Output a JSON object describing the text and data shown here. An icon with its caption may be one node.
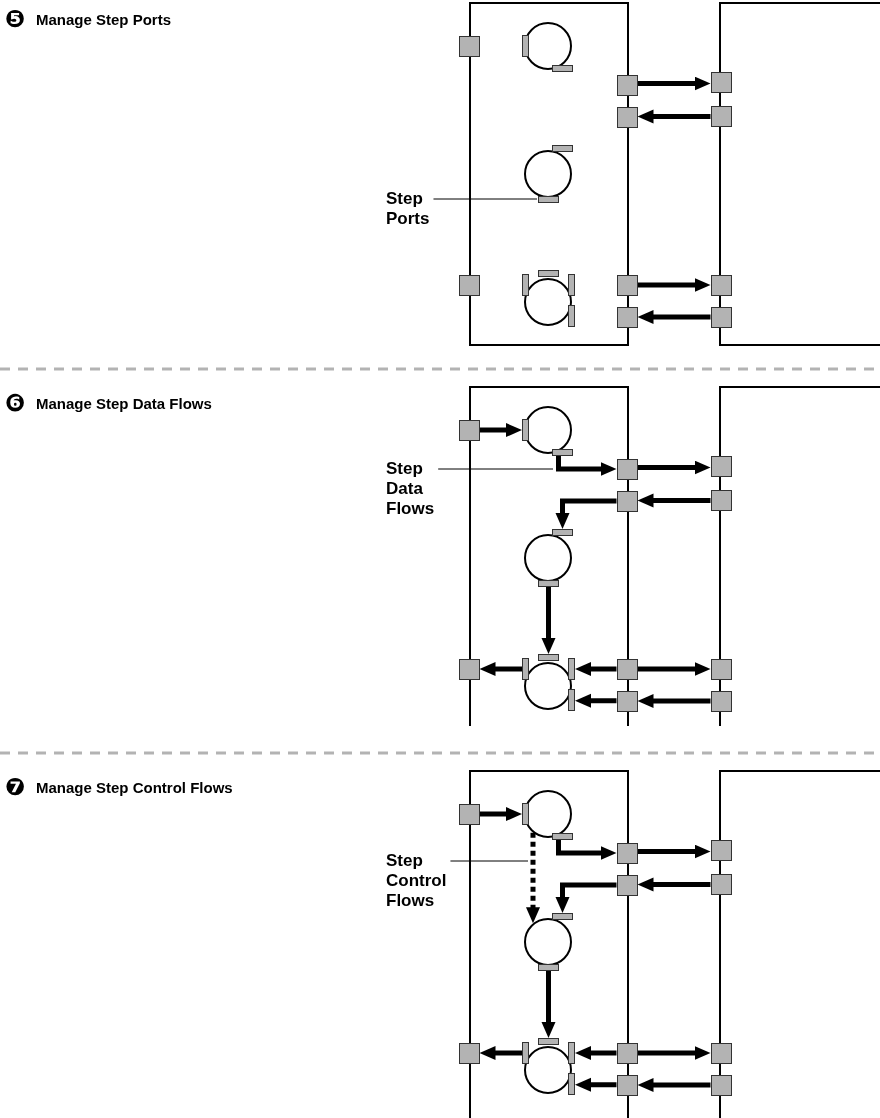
{
  "diagram": {
    "nodes": [
      {
        "text": [],
        "shape": "box"
      },
      {
        "text": [],
        "shape": "box"
      },
      {
        "text": [],
        "shape": "box"
      },
      {
        "text": [],
        "shape": "circle",
        "in": 0
      },
      {
        "text": [],
        "shape": "bar",
        "in": 3
      },
      {
        "text": [],
        "shape": "bar",
        "in": 3
      },
      {
        "text": [],
        "shape": "box"
      },
      {
        "text": [],
        "shape": "box"
      },
      {
        "text": [],
        "shape": "box"
      },
      {
        "text": [],
        "shape": "box"
      },
      {
        "text": [],
        "shape": "circle",
        "in": 0
      },
      {
        "text": [],
        "shape": "bar",
        "in": 0
      },
      {
        "text": [],
        "shape": "bar",
        "in": 0
      },
      {
        "text": [
          "Step Ports"
        ]
      },
      {
        "text": [],
        "shape": "box"
      },
      {
        "text": [],
        "shape": "circle",
        "in": 0
      },
      {
        "text": [],
        "shape": "bar",
        "in": 0
      },
      {
        "text": [],
        "shape": "bar",
        "in": 0
      },
      {
        "text": [],
        "shape": "bar",
        "in": 0
      },
      {
        "text": [],
        "shape": "bar",
        "in": 0
      },
      {
        "text": [],
        "shape": "box"
      },
      {
        "text": [],
        "shape": "box"
      },
      {
        "text": [],
        "shape": "box"
      },
      {
        "text": [],
        "shape": "box"
      },
      {
        "text": [],
        "shape": "box"
      },
      {
        "text": [],
        "shape": "box"
      },
      {
        "text": [],
        "shape": "box"
      },
      {
        "text": [],
        "shape": "circle",
        "in": 24
      },
      {
        "text": [],
        "shape": "bar",
        "in": 27
      },
      {
        "text": [],
        "shape": "bar",
        "in": 27
      },
      {
        "text": [],
        "shape": "box"
      },
      {
        "text": [],
        "shape": "box"
      },
      {
        "text": [],
        "shape": "box"
      },
      {
        "text": [],
        "shape": "box"
      },
      {
        "text": [],
        "shape": "circle",
        "in": 24
      },
      {
        "text": [],
        "shape": "bar",
        "in": 24
      },
      {
        "text": [],
        "shape": "bar",
        "in": 24
      },
      {
        "text": [
          "Step Data Flows"
        ]
      },
      {
        "text": [],
        "shape": "box"
      },
      {
        "text": [],
        "shape": "circle",
        "in": 24
      },
      {
        "text": [],
        "shape": "bar",
        "in": 24
      },
      {
        "text": [],
        "shape": "bar",
        "in": 24
      },
      {
        "text": [],
        "shape": "bar",
        "in": 24
      },
      {
        "text": [],
        "shape": "bar",
        "in": 24
      },
      {
        "text": [],
        "shape": "box"
      },
      {
        "text": [],
        "shape": "box"
      },
      {
        "text": [],
        "shape": "box"
      },
      {
        "text": [],
        "shape": "box"
      },
      {
        "text": [],
        "shape": "box"
      },
      {
        "text": [],
        "shape": "box"
      },
      {
        "text": [],
        "shape": "box"
      },
      {
        "text": [],
        "shape": "circle",
        "in": 48
      },
      {
        "text": [],
        "shape": "bar",
        "in": 51
      },
      {
        "text": [],
        "shape": "bar",
        "in": 51
      },
      {
        "text": [],
        "shape": "box"
      },
      {
        "text": [],
        "shape": "box"
      },
      {
        "text": [],
        "shape": "box"
      },
      {
        "text": [],
        "shape": "box"
      },
      {
        "text": [],
        "shape": "circle",
        "in": 48
      },
      {
        "text": [],
        "shape": "bar",
        "in": 48
      },
      {
        "text": [],
        "shape": "bar",
        "in": 48
      },
      {
        "text": [
          "Step Control Flows"
        ]
      },
      {
        "text": [],
        "shape": "box"
      },
      {
        "text": [],
        "shape": "circle",
        "in": 48
      },
      {
        "text": [],
        "shape": "bar",
        "in": 48
      },
      {
        "text": [],
        "shape": "bar",
        "in": 48
      },
      {
        "text": [],
        "shape": "bar",
        "in": 48
      },
      {
        "text": [],
        "shape": "bar",
        "in": 48
      },
      {
        "text": [],
        "shape": "box"
      },
      {
        "text": [],
        "shape": "box"
      },
      {
        "text": [],
        "shape": "box"
      },
      {
        "text": [],
        "shape": "box"
      }
    ],
    "edges": [
      {
        "from": 6,
        "to": 7,
        "arrow": "to"
      },
      {
        "from": 9,
        "to": 8,
        "arrow": "to"
      },
      {
        "from": 13,
        "to": 12,
        "arrow": "none"
      },
      {
        "from": 20,
        "to": 21,
        "arrow": "to"
      },
      {
        "from": 23,
        "to": 22,
        "arrow": "to"
      },
      {
        "from": 26,
        "to": 28,
        "arrow": "to"
      },
      {
        "from": 29,
        "to": 30,
        "arrow": "to"
      },
      {
        "from": 30,
        "to": 31,
        "arrow": "to"
      },
      {
        "from": 33,
        "to": 32,
        "arrow": "to"
      },
      {
        "from": 32,
        "to": 35,
        "arrow": "to"
      },
      {
        "from": 36,
        "to": 40,
        "arrow": "to"
      },
      {
        "from": 37,
        "to": null,
        "arrow": "none"
      },
      {
        "from": 41,
        "to": 38,
        "arrow": "to"
      },
      {
        "from": 44,
        "to": 42,
        "arrow": "to"
      },
      {
        "from": 44,
        "to": 45,
        "arrow": "to"
      },
      {
        "from": 46,
        "to": 43,
        "arrow": "to"
      },
      {
        "from": 47,
        "to": 46,
        "arrow": "to"
      },
      {
        "from": 50,
        "to": 52,
        "arrow": "to"
      },
      {
        "from": 53,
        "to": 54,
        "arrow": "to"
      },
      {
        "from": 54,
        "to": 55,
        "arrow": "to"
      },
      {
        "from": 57,
        "to": 56,
        "arrow": "to"
      },
      {
        "from": 56,
        "to": 59,
        "arrow": "to"
      },
      {
        "from": 51,
        "to": 58,
        "arrow": "to",
        "style": "dashed"
      },
      {
        "from": 60,
        "to": 64,
        "arrow": "to"
      },
      {
        "from": 61,
        "to": null,
        "arrow": "none"
      },
      {
        "from": 65,
        "to": 62,
        "arrow": "to"
      },
      {
        "from": 68,
        "to": 66,
        "arrow": "to"
      },
      {
        "from": 68,
        "to": 69,
        "arrow": "to"
      },
      {
        "from": 70,
        "to": 67,
        "arrow": "to"
      },
      {
        "from": 71,
        "to": 70,
        "arrow": "to"
      }
    ],
    "labels": [
      "❺",
      "Manage Step Ports",
      "❻",
      "Manage Step Data Flows",
      "❼",
      "Manage Step Control Flows"
    ]
  }
}
